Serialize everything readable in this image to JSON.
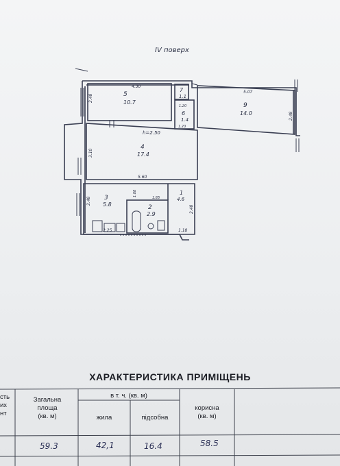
{
  "plan": {
    "floor_label": "IV поверх",
    "height_label": "h=2.50",
    "rooms": [
      {
        "number": "5",
        "area": "10.7"
      },
      {
        "number": "7",
        "area": "1.1"
      },
      {
        "number": "6",
        "area": "1.4"
      },
      {
        "number": "9",
        "area": "14.0"
      },
      {
        "number": "4",
        "area": "17.4"
      },
      {
        "number": "3",
        "area": "5.8"
      },
      {
        "number": "2",
        "area": "2.9"
      },
      {
        "number": "1",
        "area": "4.6"
      }
    ],
    "dimensions": {
      "top_left_width": "4.30",
      "top_left_height": "2.48",
      "room7_width": "1.20",
      "room6_width": "1.20",
      "room9_width": "5.07",
      "room9_height": "2.48",
      "room4_height": "3.10",
      "room4_width": "5.60",
      "bath_height": "1.88",
      "bath_width": "1.85",
      "kitchen_height": "2.48",
      "kitchen_width": "2.25",
      "hall_height": "2.48",
      "hall_width": "1.18"
    }
  },
  "table": {
    "title": "ХАРАКТЕРИСТИКА ПРИМІЩЕНЬ",
    "left_header": [
      "сть",
      "их",
      "нт"
    ],
    "total_area_header": [
      "Загальна",
      "площа",
      "(кв. м)"
    ],
    "including_header": "в т. ч. (кв. м)",
    "living_header": "жила",
    "auxiliary_header": "підсобна",
    "useful_header": [
      "корисна",
      "(кв. м)"
    ],
    "values": {
      "total": "59.3",
      "living": "42,1",
      "auxiliary": "16.4",
      "useful": "58.5"
    }
  }
}
